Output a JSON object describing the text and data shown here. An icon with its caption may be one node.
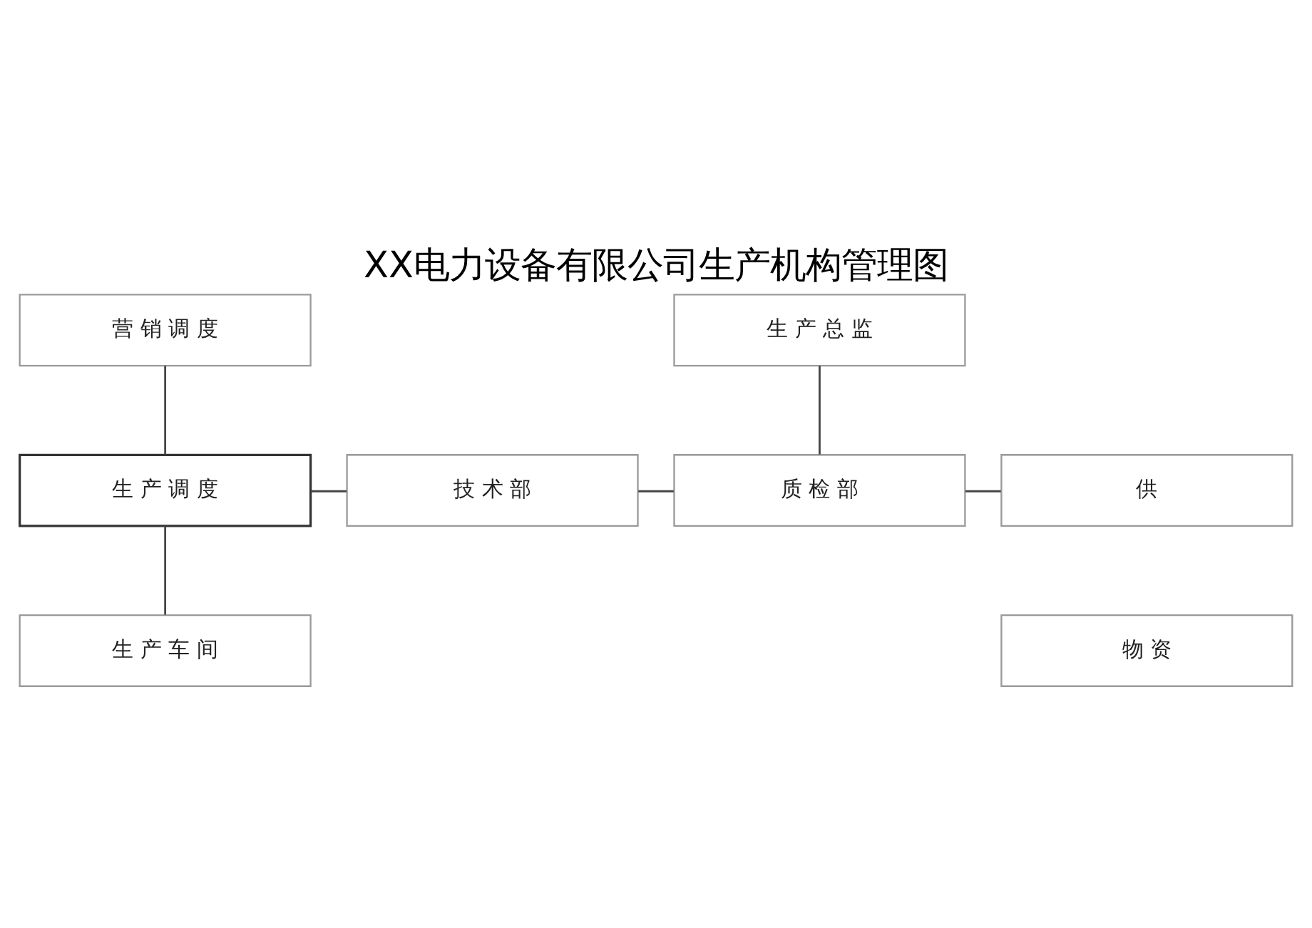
{
  "diagram": {
    "title": "XX电力设备有限公司生产机构管理图",
    "nodes": [
      {
        "text": [
          "营 销 调 度"
        ]
      },
      {
        "text": [
          "生 产 总 监"
        ]
      },
      {
        "text": [
          "生 产 调 度"
        ]
      },
      {
        "text": [
          "技 术 部"
        ]
      },
      {
        "text": [
          "质 检 部"
        ]
      },
      {
        "text": [
          "供"
        ]
      },
      {
        "text": [
          "生 产 车 间"
        ]
      },
      {
        "text": [
          "物 资"
        ]
      }
    ],
    "edges": [
      {
        "from": 0,
        "to": 2,
        "arrow": "none"
      },
      {
        "from": 1,
        "to": 4,
        "arrow": "none"
      },
      {
        "from": 2,
        "to": 3,
        "arrow": "none"
      },
      {
        "from": 3,
        "to": 4,
        "arrow": "none"
      },
      {
        "from": 4,
        "to": 5,
        "arrow": "none"
      },
      {
        "from": 2,
        "to": 6,
        "arrow": "none"
      }
    ]
  }
}
